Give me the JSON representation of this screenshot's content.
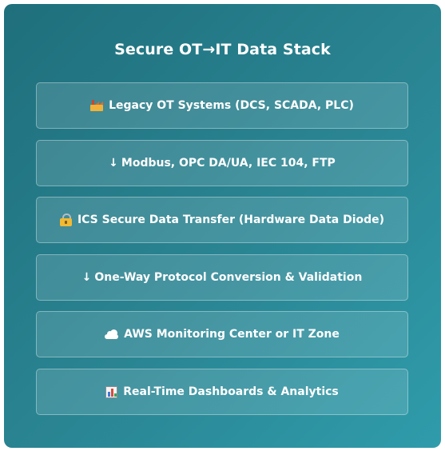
{
  "diagram": {
    "title": "Secure OT→IT Data Stack",
    "layers": [
      {
        "icon": "factory-icon",
        "label": "Legacy OT Systems (DCS, SCADA, PLC)"
      },
      {
        "icon": "down-arrow-icon",
        "arrow": "↓",
        "label": "Modbus, OPC DA/UA, IEC 104, FTP"
      },
      {
        "icon": "lock-icon",
        "label": "ICS Secure Data Transfer (Hardware Data Diode)"
      },
      {
        "icon": "down-arrow-icon",
        "arrow": "↓",
        "label": "One-Way Protocol Conversion & Validation"
      },
      {
        "icon": "cloud-icon",
        "label": "AWS Monitoring Center or IT Zone"
      },
      {
        "icon": "bar-chart-icon",
        "label": "Real-Time Dashboards & Analytics"
      }
    ]
  },
  "colors": {
    "background_start": "#1f6f7c",
    "background_end": "#2f9cab",
    "text": "#ffffff"
  }
}
